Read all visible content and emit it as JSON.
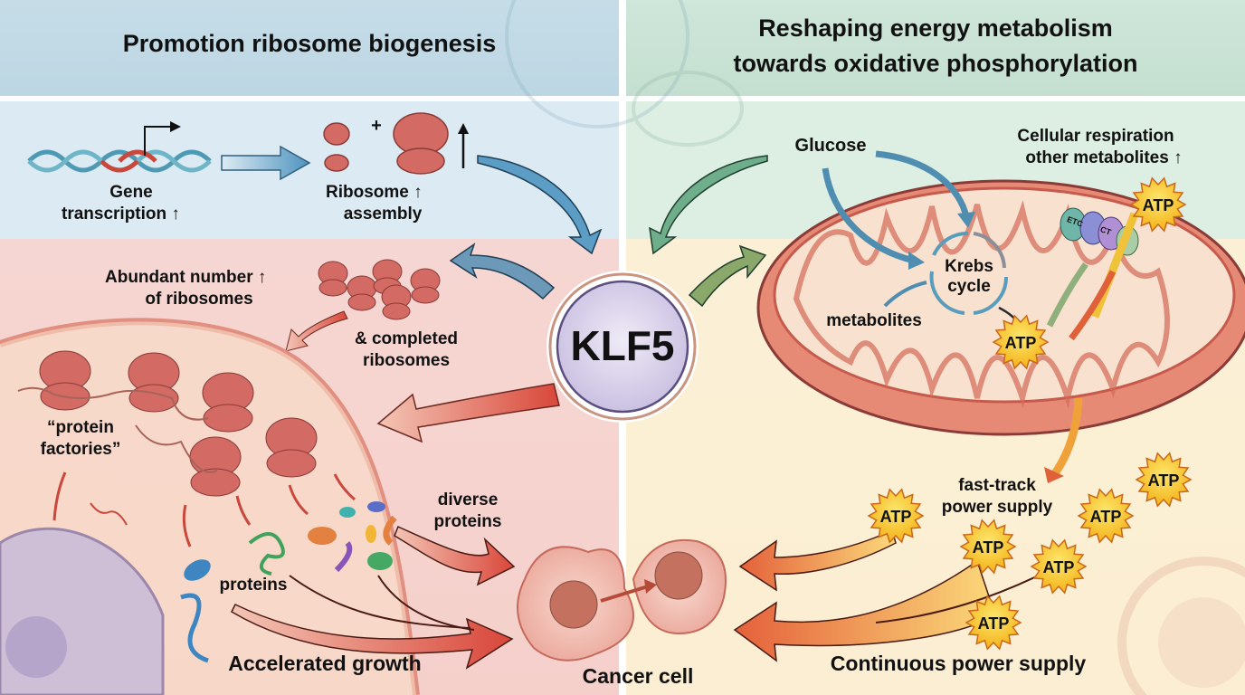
{
  "headers": {
    "left_title": "Promotion ribosome biogenesis",
    "right_title_line1": "Reshaping energy metabolism",
    "right_title_line2": "towards oxidative phosphorylation"
  },
  "center": {
    "label": "KLF5"
  },
  "left_top": {
    "gene_line1": "Gene",
    "gene_line2": "transcription",
    "ribosome_line1": "Ribosome",
    "ribosome_line2": "assembly",
    "plus": "+"
  },
  "left_bottom": {
    "abundant_line1": "Abundant number",
    "abundant_line2": "of ribosomes",
    "completed_line1": "& completed",
    "completed_line2": "ribosomes",
    "factories_line1": "“protein",
    "factories_line2": "factories”",
    "proteins": "proteins",
    "diverse_line1": "diverse",
    "diverse_line2": "proteins",
    "accelerated": "Accelerated growth",
    "cancer_cell": "Cancer cell"
  },
  "right_top": {
    "glucose": "Glucose",
    "respiration_line1": "Cellular respiration",
    "respiration_line2": "other metabolites"
  },
  "right_bottom": {
    "krebs_line1": "Krebs",
    "krebs_line2": "cycle",
    "metabolites": "metabolites",
    "etc_label": "ETC",
    "ct_label": "CT",
    "fast_track_line1": "fast-track",
    "fast_track_line2": "power supply",
    "continuous": "Continuous power supply",
    "atp": "ATP"
  },
  "indicators": {
    "up_arrow": "↑"
  },
  "colors": {
    "blue_arrow": "#5b9dc4",
    "green_arrow": "#6fae8a",
    "red_arrow": "#d9503e",
    "orange_arrow": "#ef8a3a",
    "atp_fill": "#f7c21c",
    "ribosome": "#d36a64",
    "klf5_fill": "#d9d0ea",
    "mito_outer": "#e88c78"
  }
}
